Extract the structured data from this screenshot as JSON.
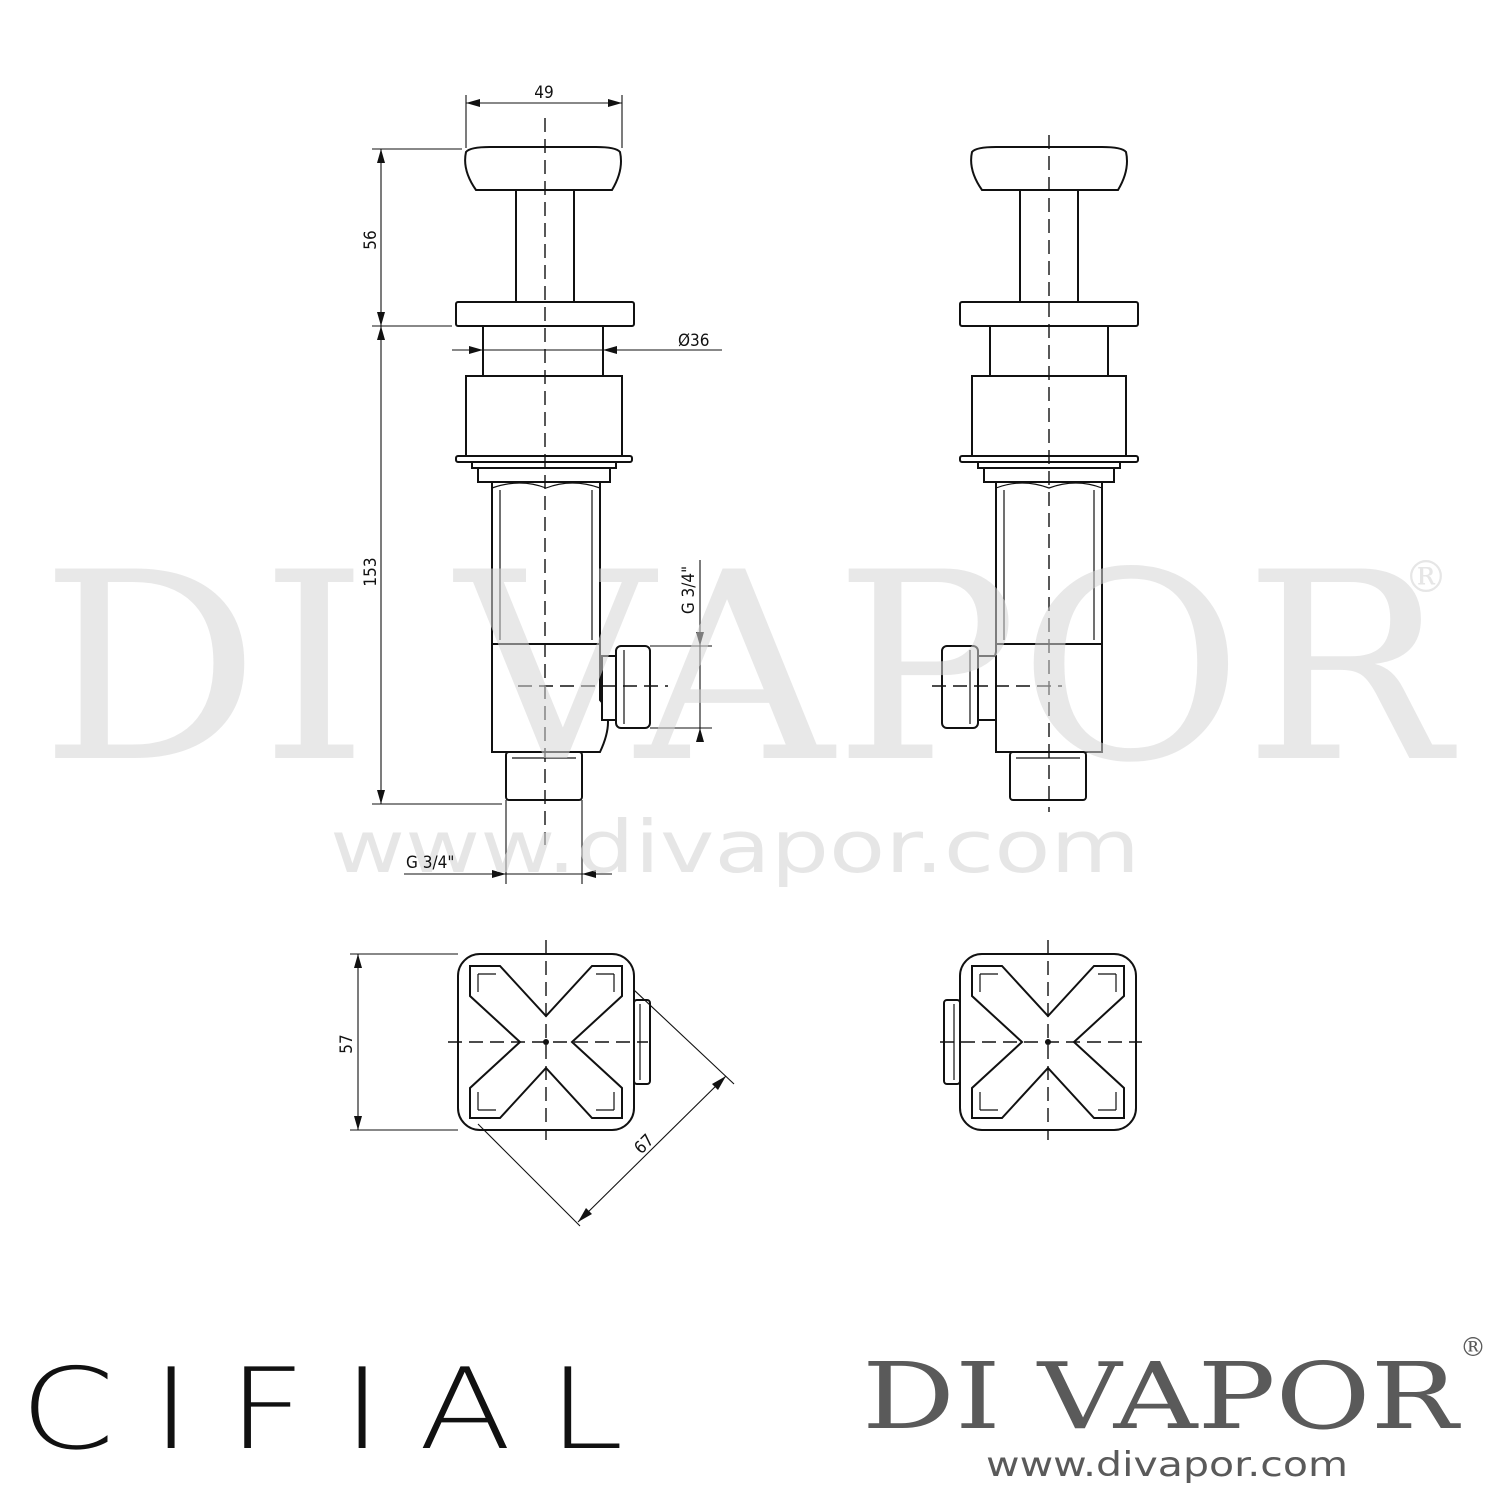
{
  "dimensions": {
    "handle_width": "49",
    "handle_height": "56",
    "body_diameter": "Ø36",
    "total_height": "153",
    "side_outlet_thread": "G 3/4\"",
    "bottom_thread": "G 3/4\"",
    "plan_width": "57",
    "plan_diagonal": "67"
  },
  "watermark": {
    "big": "DI VAPOR",
    "registered": "®",
    "url": "www.divapor.com"
  },
  "brands": {
    "manufacturer": "CIFIAL",
    "retailer": "DI VAPOR",
    "retailer_registered": "®",
    "retailer_url": "www.divapor.com"
  }
}
